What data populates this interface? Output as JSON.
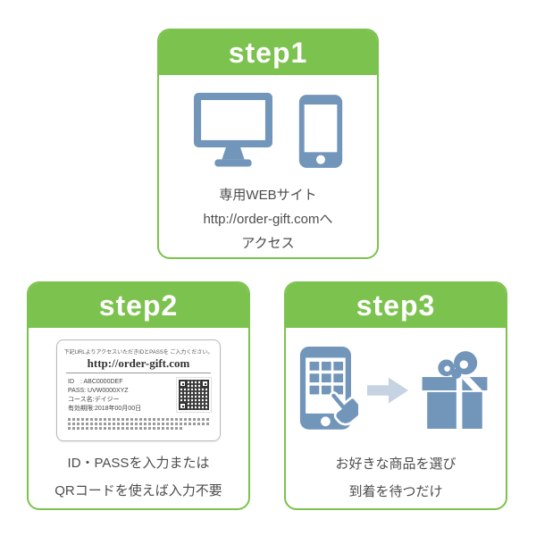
{
  "colors": {
    "green": "#7cc24e",
    "icon_blue": "#7295ba",
    "arrow_blue": "#c6d3e2",
    "text_dark": "#4d4d4d"
  },
  "steps": {
    "step1": {
      "title": "step1",
      "icons": [
        "desktop-monitor-icon",
        "smartphone-icon"
      ],
      "caption_lines": [
        "専用WEBサイト",
        "http://order-gift.comへ",
        "アクセス"
      ]
    },
    "step2": {
      "title": "step2",
      "card": {
        "note": "下記URLよりアクセスいただきIDとPASSを ご入力ください。",
        "url": "http://order-gift.com",
        "fields": [
          "ID　: ABC0000DEF",
          "PASS: UVW0000XYZ",
          "コース名:デイジー",
          "有効期限:2018年00月00日"
        ],
        "qr_icon": "qr-code-icon"
      },
      "caption_lines": [
        "ID・PASSを入力または",
        "QRコードを使えば入力不要"
      ]
    },
    "step3": {
      "title": "step3",
      "icons": [
        "smartphone-tap-icon",
        "right-arrow-icon",
        "gift-box-icon"
      ],
      "caption_lines": [
        "お好きな商品を選び",
        "到着を待つだけ"
      ]
    }
  }
}
